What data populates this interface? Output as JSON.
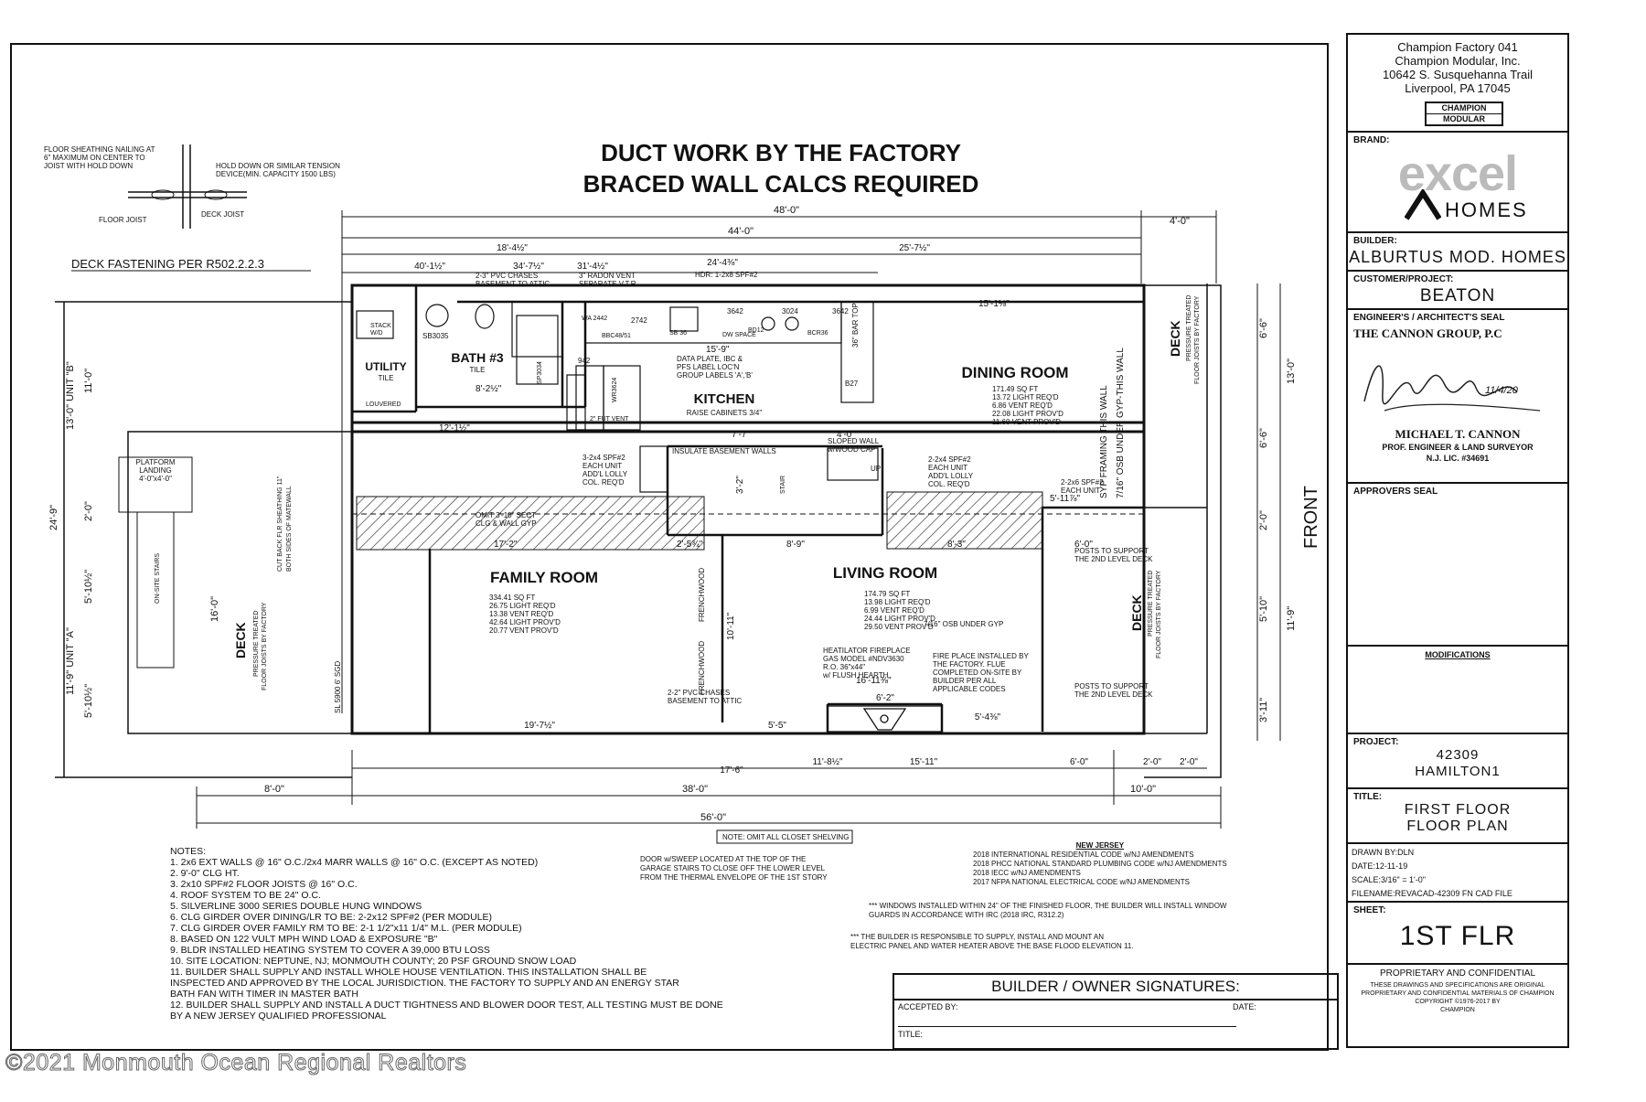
{
  "headline": [
    "DUCT WORK BY THE FACTORY",
    "BRACED WALL CALCS REQUIRED"
  ],
  "detail": {
    "note1": [
      "FLOOR SHEATHING NAILING AT",
      "6\" MAXIMUM ON CENTER TO",
      "JOIST WITH HOLD DOWN"
    ],
    "note2": [
      "HOLD DOWN OR SIMILAR TENSION",
      "DEVICE(MIN. CAPACITY 1500 LBS)"
    ],
    "floor_joist": "FLOOR JOIST",
    "deck_joist": "DECK JOIST",
    "deck_fastening": "DECK FASTENING PER R502.2.2.3"
  },
  "rooms": {
    "family": {
      "name": "FAMILY ROOM",
      "specs": [
        "334.41 SQ FT",
        "26.75 LIGHT REQ'D",
        "13.38 VENT REQ'D",
        "42.64 LIGHT PROV'D",
        "20.77 VENT PROV'D"
      ]
    },
    "living": {
      "name": "LIVING ROOM",
      "specs": [
        "174.79 SQ FT",
        "13.98 LIGHT REQ'D",
        "6.99 VENT REQ'D",
        "24.44 LIGHT PROV'D",
        "29.50 VENT PROV'D"
      ]
    },
    "dining": {
      "name": "DINING ROOM",
      "specs": [
        "171.49 SQ FT",
        "13.72 LIGHT REQ'D",
        "6.86 VENT REQ'D",
        "22.08 LIGHT PROV'D",
        "11.60 VENT PROV'D"
      ]
    },
    "kitchen": {
      "name": "KITCHEN",
      "sub": "RAISE CABINETS 3/4\""
    },
    "bath": {
      "name": "BATH #3",
      "sub": "TILE"
    },
    "utility": {
      "name": "UTILITY",
      "sub": "TILE"
    }
  },
  "dimensions": {
    "top": [
      "48'-0\"",
      "44'-0\"",
      "4'-0\"",
      "18'-4½\"",
      "25'-7½\"",
      "40'-1½\"",
      "34'-7½\"",
      "31'-4½\"",
      "24'-4⅜\""
    ],
    "bottom": [
      "56'-0\"",
      "8'-0\"",
      "38'-0\"",
      "10'-0\"",
      "19'-7½\"",
      "5'-5\"",
      "6'-2\"",
      "5'-4⅜\"",
      "6'-0\"",
      "2'-0\"",
      "2'-0\"",
      "11'-8½\"",
      "15'-11\"",
      "17'-6\""
    ],
    "left": [
      "13'-0\" UNIT \"B\"",
      "11'-0\"",
      "24'-9\"",
      "2'-0\"",
      "11'-9\" UNIT \"A\"",
      "5'-10½\"",
      "5'-10½\"",
      "16'-0\""
    ],
    "right": [
      "13'-0\"",
      "6'-6\"",
      "6'-6\"",
      "2'-0\"",
      "11'-9\"",
      "5'-10\"",
      "3'-11\""
    ],
    "interior": [
      "7'-7\"",
      "4'-0\"",
      "8'-9\"",
      "8'-3\"",
      "6'-0\"",
      "17'-2\"",
      "2'-5¾\"",
      "10'-11\"",
      "12'-1½\"",
      "8'-2½\"",
      "15'-9\"",
      "15'-1⅛\"",
      "16'-11⅜\"",
      "3'-2\"",
      "5'-11⅞\""
    ]
  },
  "labels": {
    "deck": "DECK",
    "deck_sub": [
      "PRESSURE TREATED",
      "FLOOR JOISTS BY FACTORY"
    ],
    "front": "FRONT",
    "platform": [
      "PLATFORM",
      "LANDING",
      "4'-0\"x4'-0\""
    ],
    "on_site_stairs": "ON-SITE STAIRS",
    "omit": [
      "OMIT 3'-10\" SECT",
      "CLG & WALL GYP"
    ],
    "insulate": "INSULATE BASEMENT WALLS",
    "sloped": [
      "SLOPED WALL",
      "w/WOOD CAP"
    ],
    "up": "UP",
    "stair": "STAIR",
    "fireplace": [
      "HEATILATOR FIREPLACE",
      "GAS MODEL #NDV3630",
      "R.O. 36\"x44\"",
      "w/ FLUSH HEARTH"
    ],
    "fireplace_note": [
      "FIRE PLACE INSTALLED BY",
      "THE FACTORY. FLUE",
      "COMPLETED ON-SITE BY",
      "BUILDER PER ALL",
      "APPLICABLE CODES"
    ],
    "osb": "7/16\" OSB UNDER GYP",
    "syp": "SYP FRAMING THIS WALL",
    "osb_wall": "7/16\" OSB UNDER GYP-THIS WALL",
    "posts": [
      "POSTS TO SUPPORT",
      "THE 2ND LEVEL DECK"
    ],
    "pvc_top": [
      "2-3\" PVC CHASES",
      "BASEMENT TO ATTIC"
    ],
    "pvc_bottom": [
      "2-2\" PVC CHASES",
      "BASEMENT TO ATTIC"
    ],
    "radon": [
      "3\" RADON VENT",
      "SEPARATE V.T.R."
    ],
    "hdr": "HDR: 1-2x8 SPF#2",
    "data_plate": [
      "DATA PLATE, IBC &",
      "PFS LABEL LOC'N",
      "GROUP LABELS 'A','B'"
    ],
    "beam1": [
      "3-2x4 SPF#2",
      "EACH UNIT",
      "ADD'L LOLLY",
      "COL. REQ'D"
    ],
    "beam2": [
      "2-2x4 SPF#2",
      "EACH UNIT",
      "ADD'L LOLLY",
      "COL. REQ'D"
    ],
    "beam3": [
      "2-2x6 SPF#2",
      "EACH UNIT"
    ],
    "cutback": [
      "CUT BACK FLR SHEATHING 11\"",
      "BOTH SIDES OF MATEWALL"
    ],
    "louvered": "LOUVERED",
    "fut_vent": "2\" FUT VENT",
    "stack": "STACK",
    "wd": "W/D",
    "frenchwood": "FRENCHWOOD",
    "bar_top": "36\" BAR TOP",
    "sgd": "SL 5900 6' SGD",
    "cabinets": [
      "2742",
      "3642",
      "3024",
      "3642",
      "WA 2442",
      "BBC48/51",
      "SB 36",
      "DW SPACE",
      "BD12",
      "BCR36",
      "942",
      "WR3624",
      "B27",
      "SB3035",
      "SP3034"
    ]
  },
  "notes_title": "NOTES:",
  "notes": [
    "1. 2x6 EXT WALLS @ 16\" O.C./2x4 MARR WALLS @ 16\" O.C. (EXCEPT AS NOTED)",
    "2. 9'-0\" CLG HT.",
    "3. 2x10 SPF#2 FLOOR JOISTS @ 16\" O.C.",
    "4. ROOF SYSTEM TO BE 24\" O.C.",
    "5. SILVERLINE 3000 SERIES DOUBLE HUNG WINDOWS",
    "6. CLG GIRDER OVER DINING/LR TO BE: 2-2x12 SPF#2 (PER MODULE)",
    "7. CLG GIRDER OVER FAMILY RM TO BE: 2-1 1/2\"x11 1/4\" M.L. (PER MODULE)",
    "8. BASED ON 122 VULT MPH WIND LOAD & EXPOSURE \"B\"",
    "9. BLDR INSTALLED HEATING SYSTEM TO COVER A 39,000 BTU LOSS",
    "10. SITE LOCATION: NEPTUNE, NJ; MONMOUTH COUNTY; 20 PSF GROUND SNOW LOAD",
    "11. BUILDER SHALL SUPPLY AND INSTALL WHOLE HOUSE VENTILATION. THIS INSTALLATION SHALL BE",
    "    INSPECTED AND APPROVED BY THE LOCAL JURISDICTION. THE FACTORY TO SUPPLY AND AN ENERGY STAR",
    "    BATH FAN WITH TIMER IN MASTER BATH",
    "12. BUILDER SHALL SUPPLY AND INSTALL A DUCT TIGHTNESS AND BLOWER DOOR TEST, ALL TESTING MUST BE DONE",
    "    BY A NEW JERSEY QUALIFIED PROFESSIONAL"
  ],
  "omit_closet": "NOTE: OMIT ALL CLOSET SHELVING",
  "door_note": [
    "DOOR w/SWEEP LOCATED AT THE TOP OF THE",
    "GARAGE STAIRS TO CLOSE OFF THE LOWER LEVEL",
    "FROM THE THERMAL ENVELOPE OF THE 1ST STORY"
  ],
  "nj_title": "NEW JERSEY",
  "nj_codes": [
    "2018   INTERNATIONAL RESIDENTIAL CODE w/NJ AMENDMENTS",
    "2018   PHCC NATIONAL STANDARD PLUMBING CODE w/NJ AMENDMENTS",
    "2018   IECC w/NJ AMENDMENTS",
    "2017   NFPA NATIONAL ELECTRICAL CODE w/NJ AMENDMENTS"
  ],
  "window_note": [
    "*** WINDOWS INSTALLED WITHIN 24\" OF THE FINISHED FLOOR, THE BUILDER WILL INSTALL WINDOW",
    "     GUARDS IN ACCORDANCE WITH IRC (2018 IRC, R312.2)"
  ],
  "flood_note": [
    "*** THE BUILDER IS RESPONSIBLE TO SUPPLY, INSTALL AND MOUNT AN",
    "     ELECTRIC PANEL AND WATER HEATER ABOVE THE BASE FLOOD ELEVATION 11."
  ],
  "signatures": {
    "title": "BUILDER / OWNER  SIGNATURES:",
    "accepted": "ACCEPTED BY:",
    "date": "DATE:",
    "title_field": "TITLE:"
  },
  "title_block": {
    "factory": [
      "Champion Factory 041",
      "Champion Modular, Inc.",
      "10642 S. Susquehanna Trail",
      "Liverpool, PA  17045"
    ],
    "champion_logo": [
      "CHAMPION",
      "MODULAR"
    ],
    "brand_label": "BRAND:",
    "brand_logo": [
      "excel",
      "HOMES"
    ],
    "builder_label": "BUILDER:",
    "builder": "ALBURTUS MOD. HOMES",
    "customer_label": "CUSTOMER/PROJECT:",
    "customer": "BEATON",
    "engineer_label": "ENGINEER'S / ARCHITECT'S SEAL",
    "engineer_firm": "THE CANNON GROUP, P.C",
    "signature_date": "11/4/20",
    "engineer_name": "MICHAEL T. CANNON",
    "engineer_title": "PROF. ENGINEER & LAND SURVEYOR",
    "engineer_lic": "N.J. LIC. #34691",
    "approvers_label": "APPROVERS SEAL",
    "modifications_label": "MODIFICATIONS",
    "project_label": "PROJECT:",
    "project": [
      "42309",
      "HAMILTON1"
    ],
    "title_label": "TITLE:",
    "title": [
      "FIRST FLOOR",
      "FLOOR PLAN"
    ],
    "drawn": "DRAWN BY:DLN",
    "date": "DATE:12-11-19",
    "scale": "SCALE:3/16\" = 1'-0\"",
    "filename": "FILENAME:REVACAD-42309 FN CAD FILE",
    "sheet_label": "SHEET:",
    "sheet": "1ST FLR",
    "proprietary_title": "PROPRIETARY AND CONFIDENTIAL",
    "proprietary": [
      "THESE DRAWINGS AND SPECIFICATIONS ARE ORIGINAL",
      "PROPRIETARY AND CONFIDENTIAL MATERIALS OF CHAMPION",
      "COPYRIGHT ©1976-2017 BY",
      "CHAMPION"
    ]
  },
  "watermark": "©2021 Monmouth Ocean Regional Realtors"
}
